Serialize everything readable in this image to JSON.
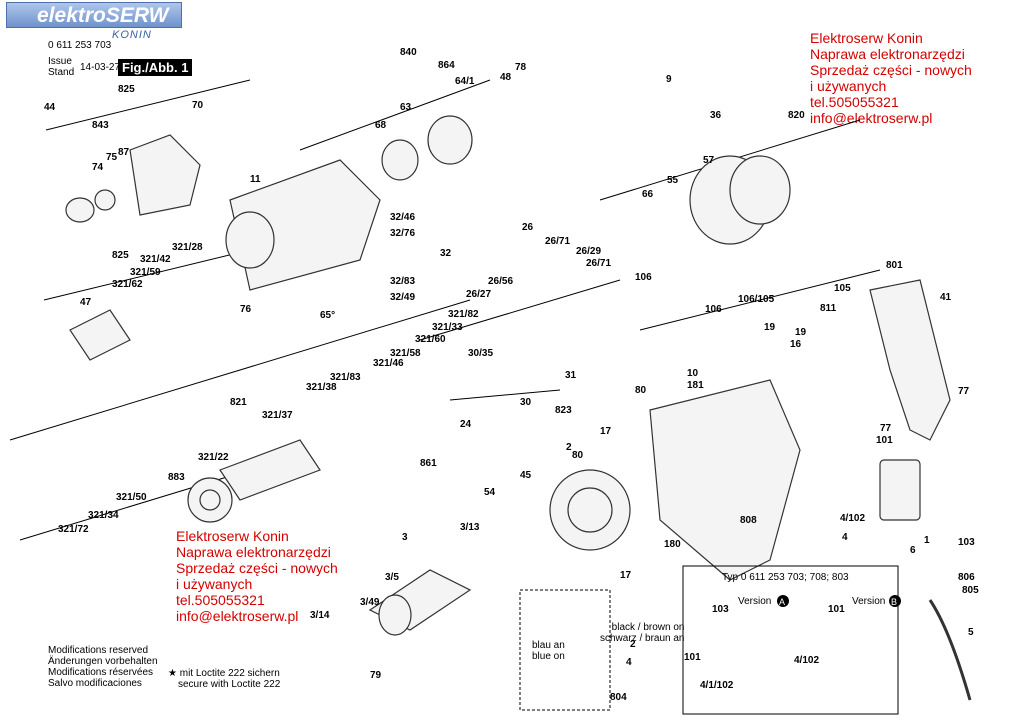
{
  "header": {
    "logo_text": "elektroSERW",
    "logo_sub": "KONIN",
    "part_number": "0 611 253 703",
    "issue_label": "Issue",
    "stand_label": "Stand",
    "issue_date": "14-03-27",
    "fig_label": "Fig./Abb. 1"
  },
  "ad_top": {
    "line1": "Elektroserw Konin",
    "line2": "Naprawa elektronarzędzi",
    "line3": "Sprzedaż części - nowych",
    "line4": "i używanych",
    "line5": "tel.505055321",
    "line6": "info@elektroserw.pl"
  },
  "ad_bottom": {
    "line1": "Elektroserw Konin",
    "line2": "Naprawa elektronarzędzi",
    "line3": "Sprzedaż części - nowych",
    "line4": "i używanych",
    "line5": "tel.505055321",
    "line6": "info@elektroserw.pl"
  },
  "footer": {
    "mod1": "Modifications reserved",
    "mod2": "Änderungen vorbehalten",
    "mod3": "Modifications réservées",
    "mod4": "Salvo modificaciones",
    "loctite1": "★ mit Loctite 222 sichern",
    "loctite2": "secure with Loctite 222"
  },
  "wiring": {
    "blue_1": "blau an",
    "blue_2": "blue on",
    "black_1": "black / brown on",
    "black_2": "schwarz / braun an",
    "inset_title": "Typ 0 611 253 703; 708; 803",
    "version_a": "Version",
    "version_a_letter": "A",
    "version_b": "Version",
    "version_b_letter": "B"
  },
  "labels": [
    "825",
    "843",
    "44",
    "74",
    "75",
    "87",
    "70",
    "840",
    "864",
    "64/1",
    "68",
    "63",
    "48",
    "78",
    "11",
    "32/46",
    "32/76",
    "32",
    "32/83",
    "32/49",
    "65°",
    "76",
    "825",
    "321/28",
    "321/42",
    "321/59",
    "321/62",
    "47",
    "26",
    "26/71",
    "26/29",
    "26/71",
    "26/56",
    "26/27",
    "30/35",
    "31",
    "30",
    "24",
    "861",
    "823",
    "821",
    "321/37",
    "321/38",
    "321/83",
    "321/46",
    "321/58",
    "321/60",
    "321/33",
    "321/82",
    "883",
    "321/22",
    "321/50",
    "321/34",
    "321/72",
    "3",
    "3/13",
    "3/5",
    "3/49",
    "3/14",
    "79",
    "54",
    "45",
    "80",
    "2",
    "17",
    "17",
    "80",
    "10",
    "181",
    "180",
    "808",
    "9",
    "36",
    "820",
    "57",
    "55",
    "66",
    "106",
    "106/105",
    "106",
    "105",
    "811",
    "16",
    "19",
    "19",
    "801",
    "41",
    "77",
    "77",
    "101",
    "4/102",
    "4",
    "103",
    "806",
    "805",
    "5",
    "6",
    "1",
    "2",
    "4",
    "103",
    "101",
    "101",
    "4/102",
    "4/1/102",
    "804"
  ],
  "icons": [
    "drill-head-part",
    "motor-armature",
    "field-stator",
    "handle",
    "switch",
    "cable"
  ]
}
